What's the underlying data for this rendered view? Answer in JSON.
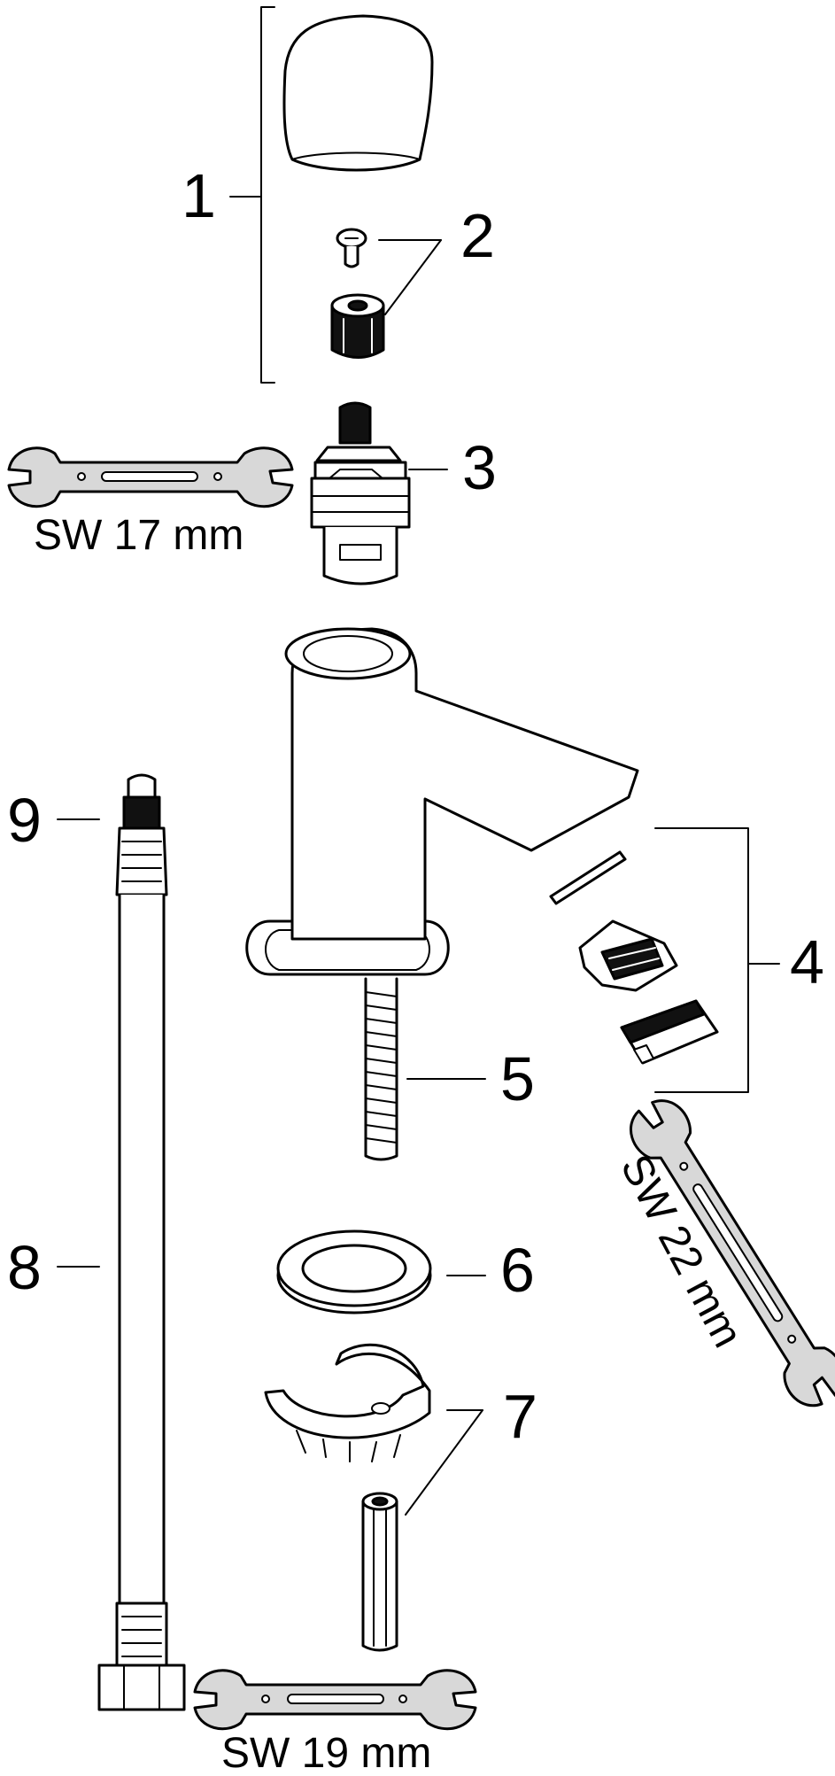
{
  "diagram": {
    "parts": [
      {
        "number": "1"
      },
      {
        "number": "2"
      },
      {
        "number": "3"
      },
      {
        "number": "4"
      },
      {
        "number": "5"
      },
      {
        "number": "6"
      },
      {
        "number": "7"
      },
      {
        "number": "8"
      },
      {
        "number": "9"
      }
    ],
    "wrench_sizes": {
      "sw17": "SW 17 mm",
      "sw22": "SW 22 mm",
      "sw19": "SW 19 mm"
    }
  }
}
